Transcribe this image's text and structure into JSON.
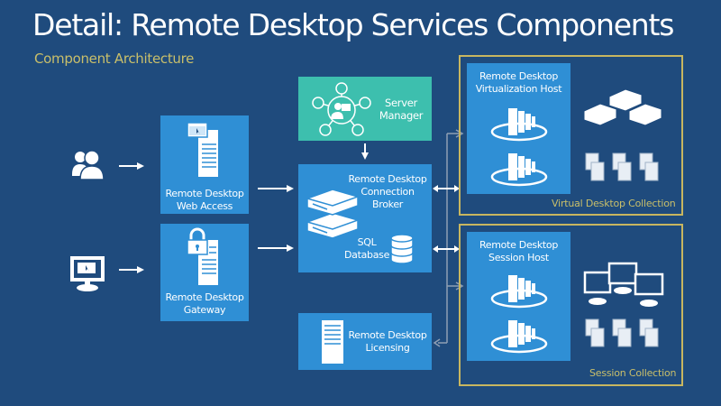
{
  "header": {
    "title": "Detail: Remote Desktop Services Components",
    "subtitle": "Component Architecture"
  },
  "clients": [
    {
      "name": "users",
      "icon": "users-icon"
    },
    {
      "name": "remote-computer",
      "icon": "monitor-icon"
    }
  ],
  "components": {
    "web_access": {
      "label_line1": "Remote Desktop",
      "label_line2": "Web Access"
    },
    "gateway": {
      "label_line1": "Remote Desktop",
      "label_line2": "Gateway"
    },
    "server_manager": {
      "label_line1": "Server",
      "label_line2": "Manager"
    },
    "connection_broker": {
      "label_line1": "Remote Desktop",
      "label_line2": "Connection",
      "label_line3": "Broker"
    },
    "sql_database": {
      "label_line1": "SQL",
      "label_line2": "Database"
    },
    "licensing": {
      "label_line1": "Remote Desktop",
      "label_line2": "Licensing"
    },
    "virtualization_host": {
      "label_line1": "Remote Desktop",
      "label_line2": "Virtualization Host"
    },
    "session_host": {
      "label_line1": "Remote Desktop",
      "label_line2": "Session Host"
    }
  },
  "collections": {
    "virtual_desktop": {
      "label": "Virtual Desktop Collection"
    },
    "session": {
      "label": "Session Collection"
    }
  },
  "colors": {
    "background": "#1f4b7d",
    "component": "#2f8fd5",
    "server_manager": "#3dbfae",
    "collection_border": "#c8b660",
    "accent_text": "#c9bf6a"
  }
}
